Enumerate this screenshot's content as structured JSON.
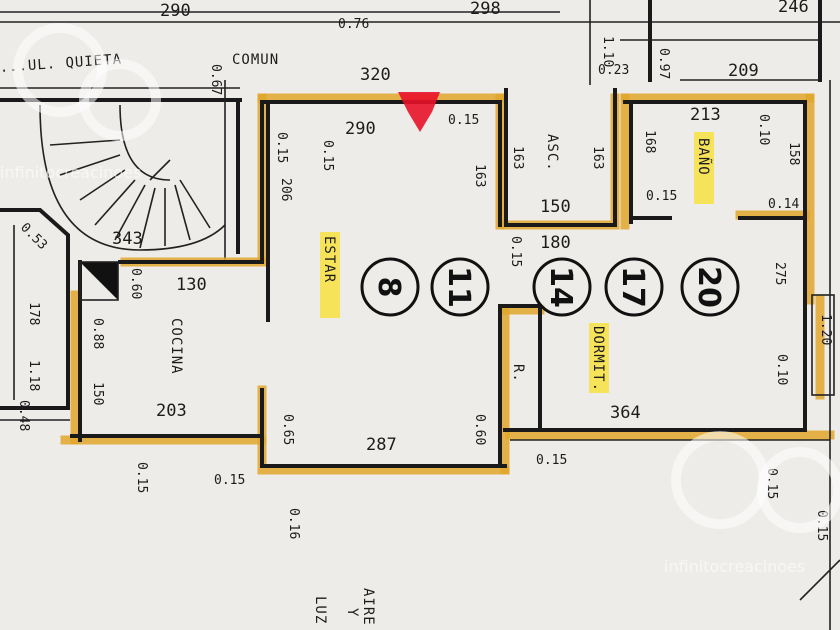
{
  "labels": {
    "pasillo": "...UL. QUIETA",
    "comun": "COMUN",
    "estar": "ESTAR",
    "cocina": "COCINA",
    "bano": "BAÑO",
    "dormit": "DORMIT.",
    "asc": "ASC.",
    "r": "R.",
    "aire": "AIRE",
    "y": "Y",
    "luz": "LUZ"
  },
  "units": [
    "8",
    "11",
    "14",
    "17",
    "20"
  ],
  "dims": {
    "top_290": "290",
    "top_298": "298",
    "top_246": "246",
    "top_076": "0.76",
    "d320": "320",
    "d290": "290",
    "d015a": "0.15",
    "d015b": "0.15",
    "d015c": "0.15",
    "d206": "206",
    "d163": "163",
    "d163b": "163",
    "d163c": "163",
    "d150": "150",
    "d180": "180",
    "d015d": "0.15",
    "d213": "213",
    "d010": "0.10",
    "d168": "168",
    "d158": "158",
    "d015e": "0.15",
    "d014": "0.14",
    "d275": "275",
    "d010b": "0.10",
    "d120": "1.20",
    "d130": "130",
    "d060": "0.60",
    "d088": "0.88",
    "d150b": "150",
    "d203": "203",
    "d343": "343",
    "d053": "0.53",
    "d178": "178",
    "d118": "1.18",
    "d048": "0.48",
    "d364": "364",
    "d287": "287",
    "d065": "0.65",
    "d060b": "0.60",
    "d015f": "0.15",
    "d015g": "0.15",
    "d015h": "0.15",
    "d015i": "0.15",
    "d016": "0.16",
    "d015j": "0.15",
    "d023": "0.23",
    "d110": "1.10",
    "d097": "0.97",
    "d209": "209",
    "d067": "0.67"
  },
  "watermark": "infinitocreacinoes",
  "colors": {
    "highlight": "#e0a72c",
    "tag": "#f6e35a",
    "marker": "#e8122a"
  }
}
